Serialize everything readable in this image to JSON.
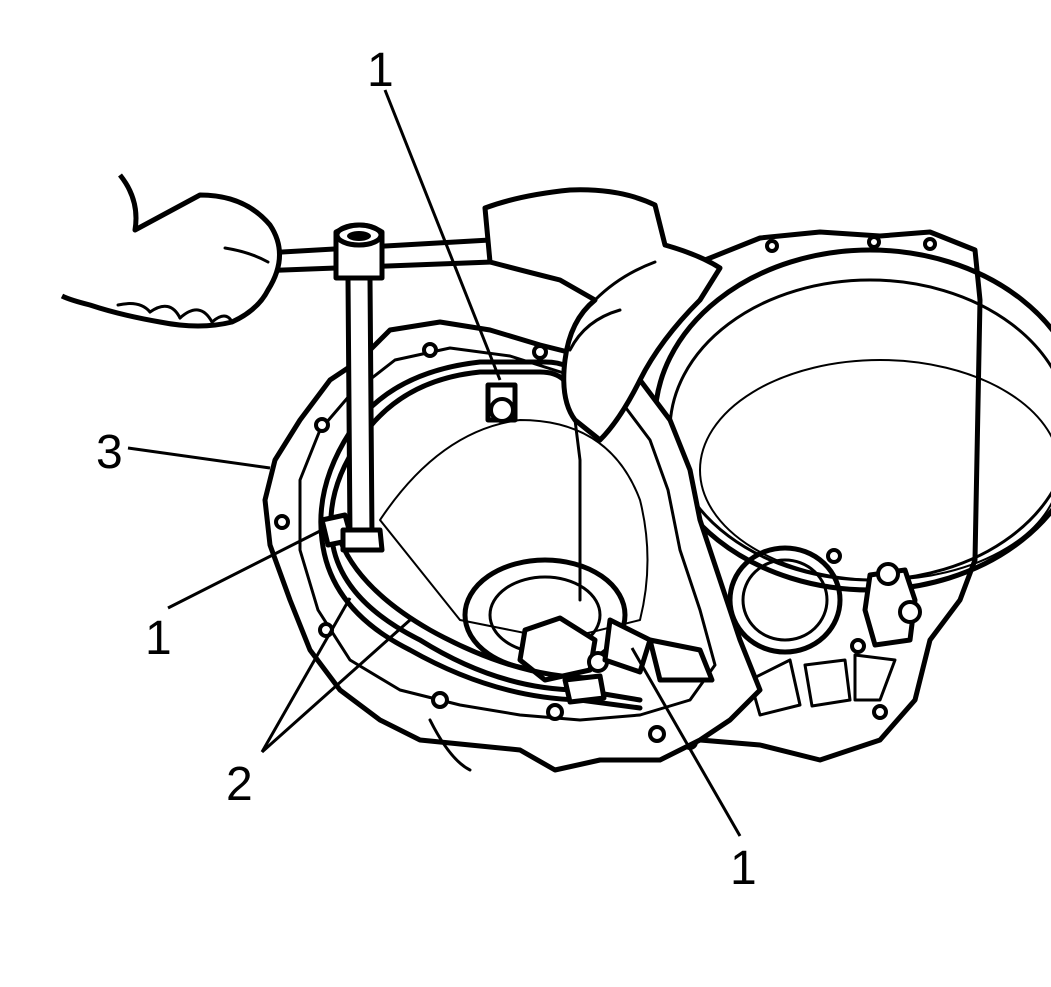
{
  "callouts": [
    {
      "id": "c1-top",
      "text": "1"
    },
    {
      "id": "c1-left",
      "text": "1"
    },
    {
      "id": "c1-bottom",
      "text": "1"
    },
    {
      "id": "c2",
      "text": "2"
    },
    {
      "id": "c3",
      "text": "3"
    }
  ]
}
